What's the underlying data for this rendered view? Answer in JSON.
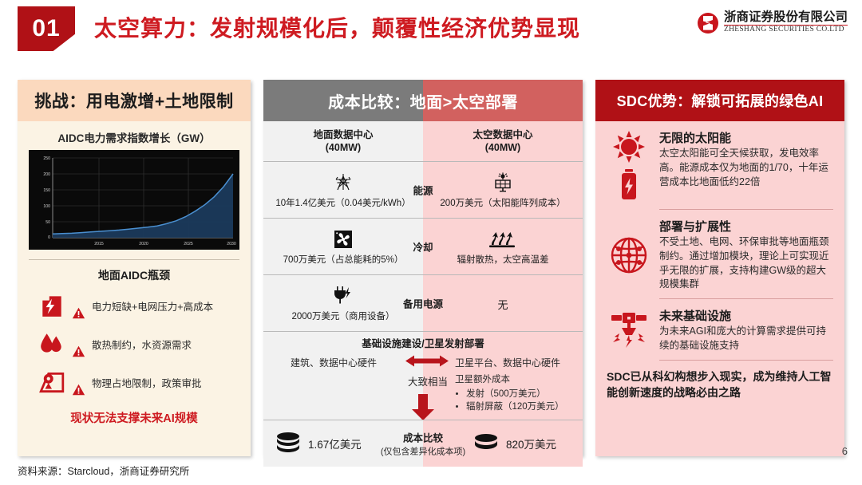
{
  "header": {
    "number": "01",
    "title": "太空算力：发射规模化后，颠覆性经济优势显现",
    "logo_cn": "浙商证券股份有限公司",
    "logo_en": "ZHESHANG SECURITIES CO.LTD"
  },
  "colors": {
    "brand_red": "#B01116",
    "title_red": "#CE1B21",
    "peach": "#FBD9BE",
    "cream": "#FBF3E4",
    "gray_head": "#7b7b7b",
    "red_head": "#D2615F",
    "pink": "#FBD3D3"
  },
  "left": {
    "title": "挑战：用电激增+土地限制",
    "chart_title": "AIDC电力需求指数增长（GW）",
    "bottleneck_title": "地面AIDC瓶颈",
    "bottlenecks": [
      {
        "icon": "power-plant-icon",
        "text": "电力短缺+电网压力+高成本"
      },
      {
        "icon": "water-drops-icon",
        "text": "散热制约，水资源需求"
      },
      {
        "icon": "location-pin-icon",
        "text": "物理占地限制，政策审批"
      }
    ],
    "footer": "现状无法支撑未来AI规模"
  },
  "chart_data": {
    "type": "area",
    "title": "AIDC电力需求指数增长（GW）",
    "xlabel": "",
    "ylabel": "GW",
    "xlim": [
      2011,
      2030
    ],
    "ylim": [
      0,
      250
    ],
    "xticks": [
      "2015",
      "2020",
      "2025",
      "2030"
    ],
    "yticks": [
      "0",
      "50",
      "100",
      "150",
      "200",
      "250"
    ],
    "grid": true,
    "line_color": "#4a8fd0",
    "fill_color": "#1b3a5c",
    "background": "#0a0a0a",
    "x": [
      2011,
      2012,
      2013,
      2014,
      2015,
      2016,
      2017,
      2018,
      2019,
      2020,
      2021,
      2022,
      2023,
      2024,
      2025,
      2026,
      2027,
      2028,
      2029,
      2030
    ],
    "values": [
      12,
      13,
      14,
      16,
      18,
      20,
      22,
      24,
      27,
      30,
      33,
      37,
      44,
      53,
      66,
      83,
      103,
      128,
      160,
      200
    ]
  },
  "middle": {
    "title": "成本比较：地面>太空部署",
    "col_ground": "地面数据中心\n(40MW)",
    "col_ground_l1": "地面数据中心",
    "col_ground_l2": "(40MW)",
    "col_space_l1": "太空数据中心",
    "col_space_l2": "(40MW)",
    "rows": [
      {
        "label": "能源",
        "ground_icon": "transmission-tower-icon",
        "ground_value": "10年1.4亿美元（0.04美元/kWh）",
        "space_icon": "solar-panel-icon",
        "space_value": "200万美元（太阳能阵列成本）"
      },
      {
        "label": "冷却",
        "ground_icon": "fan-icon",
        "ground_value": "700万美元（占总能耗的5%）",
        "space_icon": "heat-radiation-icon",
        "space_value": "辐射散热，太空高温差"
      },
      {
        "label": "备用电源",
        "ground_icon": "power-plug-icon",
        "ground_value": "2000万美元（商用设备）",
        "space_icon": "",
        "space_value": "无"
      }
    ],
    "infra": {
      "title": "基础设施建设/卫星发射部署",
      "ground_text": "建筑、数据中心硬件",
      "approx_label": "大致相当",
      "space_text": "卫星平台、数据中心硬件",
      "space_extra_title": "卫星额外成本",
      "space_extra_items": [
        "发射（500万美元）",
        "辐射屏蔽（120万美元）"
      ]
    },
    "summary": {
      "label_main": "成本比较",
      "label_sub": "(仅包含差异化成本项)",
      "ground_total": "1.67亿美元",
      "space_total": "820万美元",
      "icon": "database-stack-icon"
    }
  },
  "right": {
    "title": "SDC优势：解锁可拓展的绿色AI",
    "items": [
      {
        "icon": "sun-battery-icon",
        "title": "无限的太阳能",
        "text": "太空太阳能可全天候获取，发电效率高。能源成本仅为地面的1/70，十年运营成本比地面低约22倍"
      },
      {
        "icon": "globe-network-icon",
        "title": "部署与扩展性",
        "text": "不受土地、电网、环保审批等地面瓶颈制约。通过增加模块，理论上可实现近乎无限的扩展，支持构建GW级的超大规模集群"
      },
      {
        "icon": "satellite-icon",
        "title": "未来基础设施",
        "text": "为未来AGI和庞大的计算需求提供可持续的基础设施支持"
      }
    ],
    "footer": "SDC已从科幻构想步入现实，成为维持人工智能创新速度的战略必由之路"
  },
  "footer": {
    "source": "资料来源：Starcloud，浙商证券研究所",
    "page": "6"
  }
}
